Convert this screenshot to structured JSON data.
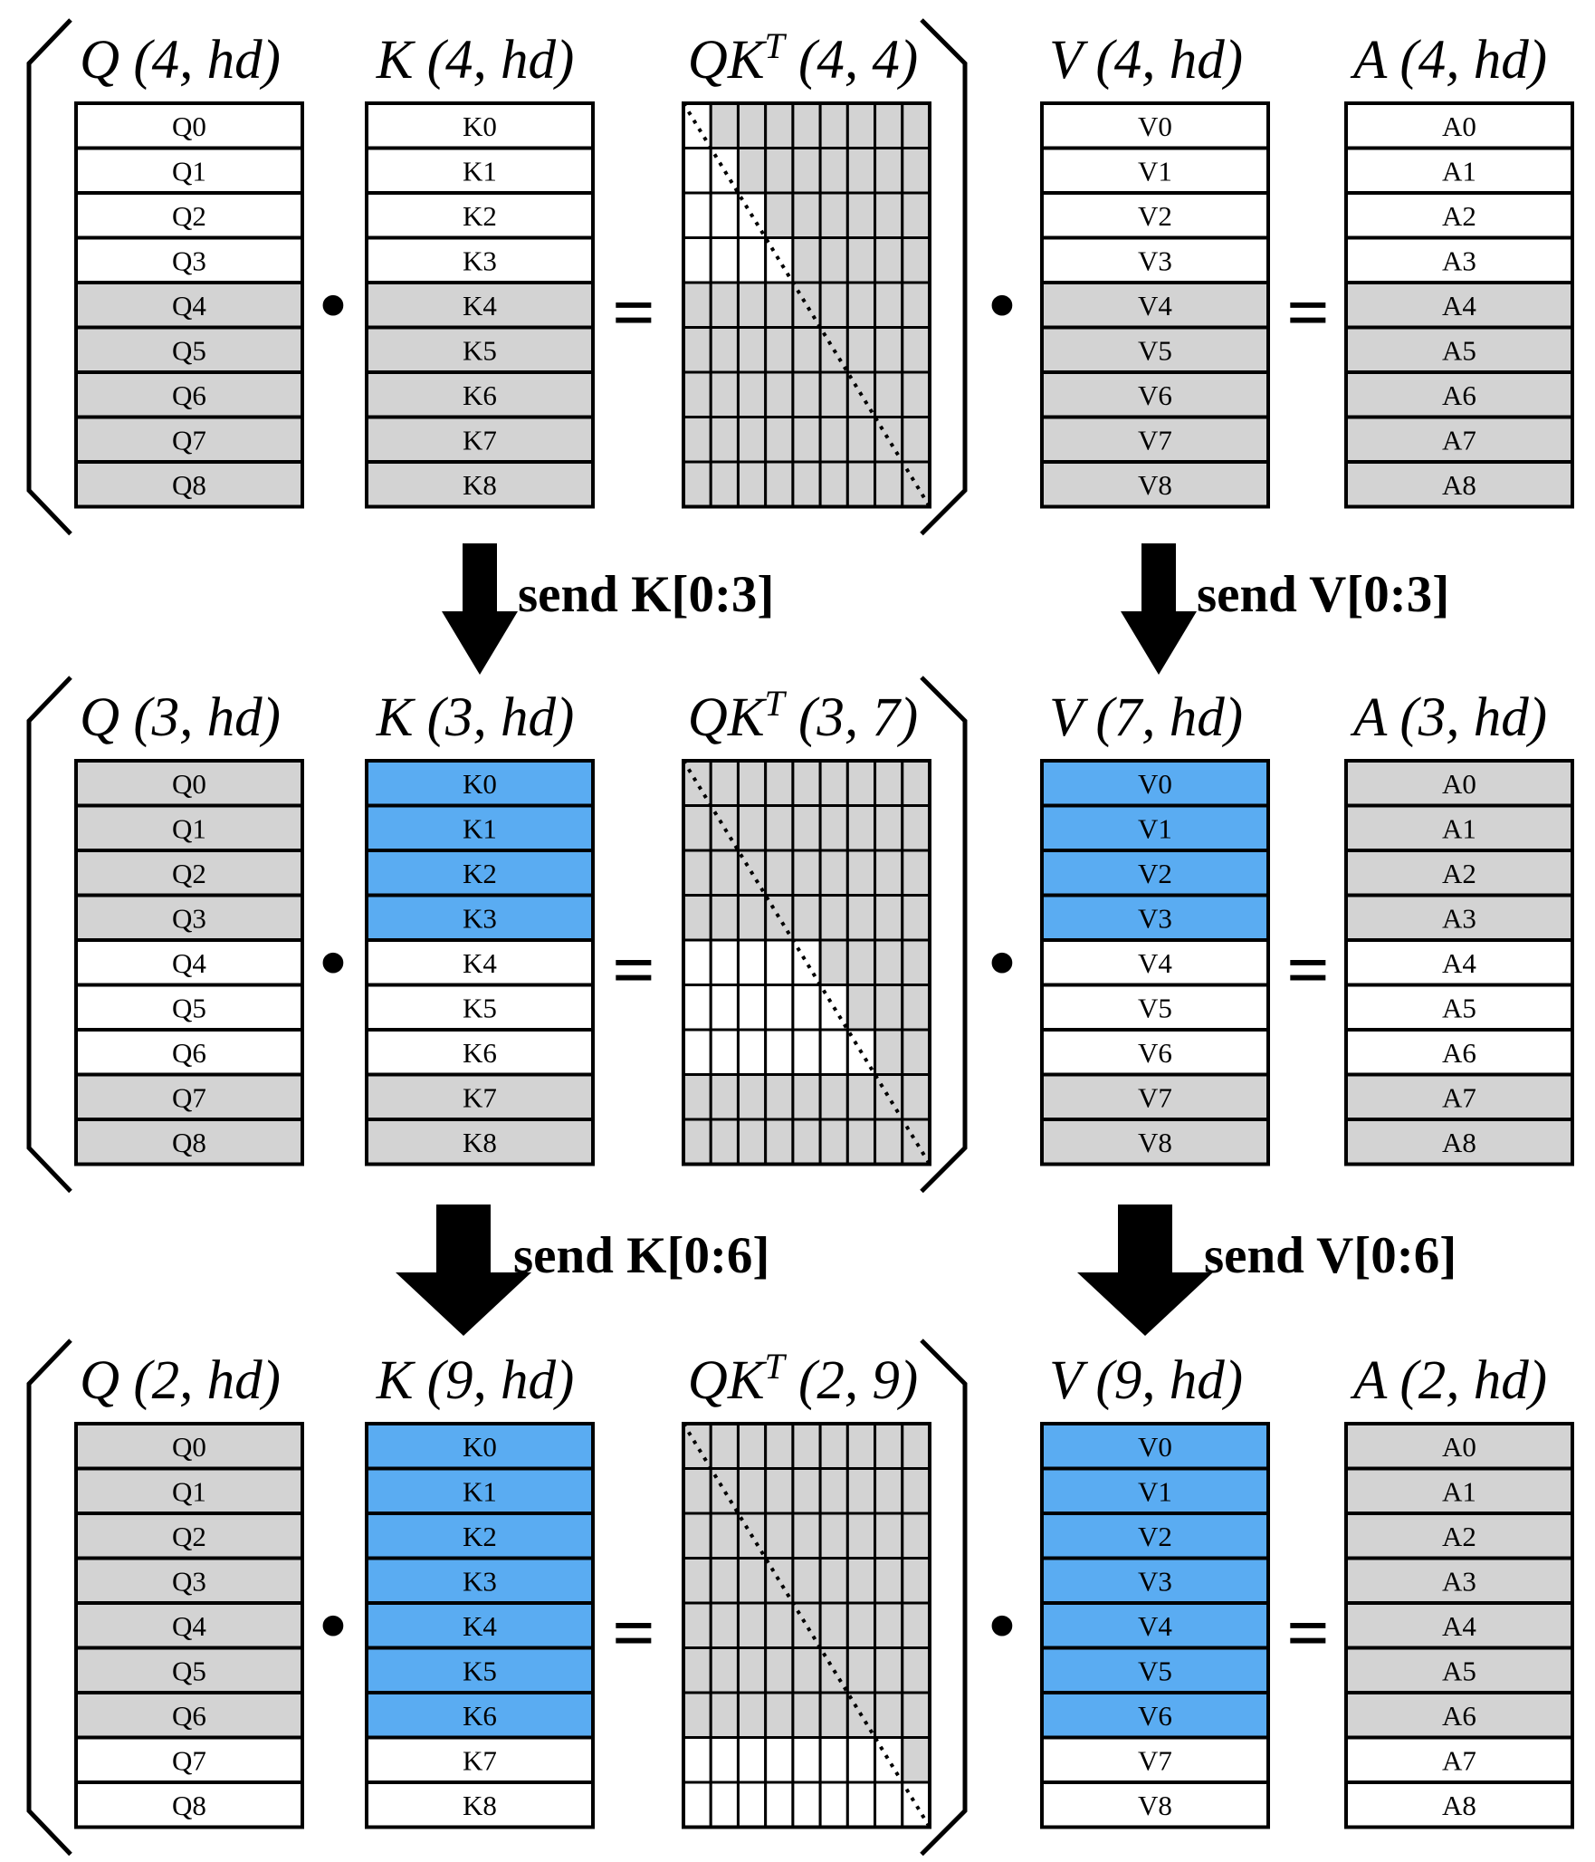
{
  "colors": {
    "white": "#ffffff",
    "gray": "#d3d3d3",
    "blue": "#5aacf2",
    "line": "#000000"
  },
  "stages": [
    {
      "q": {
        "name": "Q",
        "dims": " (4, hd)",
        "rows": [
          "Q0",
          "Q1",
          "Q2",
          "Q3",
          "Q4",
          "Q5",
          "Q6",
          "Q7",
          "Q8"
        ],
        "fill": [
          "white",
          "white",
          "white",
          "white",
          "gray",
          "gray",
          "gray",
          "gray",
          "gray"
        ]
      },
      "k": {
        "name": "K",
        "dims": " (4, hd)",
        "rows": [
          "K0",
          "K1",
          "K2",
          "K3",
          "K4",
          "K5",
          "K6",
          "K7",
          "K8"
        ],
        "fill": [
          "white",
          "white",
          "white",
          "white",
          "gray",
          "gray",
          "gray",
          "gray",
          "gray"
        ]
      },
      "qkt": {
        "name": "QK",
        "sup": "T",
        "dims": " (4, 4)",
        "active_rows": [
          0,
          3
        ],
        "active_cols": [
          0,
          3
        ]
      },
      "v": {
        "name": "V",
        "dims": " (4, hd)",
        "rows": [
          "V0",
          "V1",
          "V2",
          "V3",
          "V4",
          "V5",
          "V6",
          "V7",
          "V8"
        ],
        "fill": [
          "white",
          "white",
          "white",
          "white",
          "gray",
          "gray",
          "gray",
          "gray",
          "gray"
        ]
      },
      "a": {
        "name": "A",
        "dims": " (4, hd)",
        "rows": [
          "A0",
          "A1",
          "A2",
          "A3",
          "A4",
          "A5",
          "A6",
          "A7",
          "A8"
        ],
        "fill": [
          "white",
          "white",
          "white",
          "white",
          "gray",
          "gray",
          "gray",
          "gray",
          "gray"
        ]
      },
      "dot_op": "•",
      "eq_op": "="
    },
    {
      "q": {
        "name": "Q",
        "dims": " (3, hd)",
        "rows": [
          "Q0",
          "Q1",
          "Q2",
          "Q3",
          "Q4",
          "Q5",
          "Q6",
          "Q7",
          "Q8"
        ],
        "fill": [
          "gray",
          "gray",
          "gray",
          "gray",
          "white",
          "white",
          "white",
          "gray",
          "gray"
        ]
      },
      "k": {
        "name": "K",
        "dims": " (3, hd)",
        "rows": [
          "K0",
          "K1",
          "K2",
          "K3",
          "K4",
          "K5",
          "K6",
          "K7",
          "K8"
        ],
        "fill": [
          "blue",
          "blue",
          "blue",
          "blue",
          "white",
          "white",
          "white",
          "gray",
          "gray"
        ]
      },
      "qkt": {
        "name": "QK",
        "sup": "T",
        "dims": " (3, 7)",
        "active_rows": [
          4,
          6
        ],
        "active_cols": [
          0,
          6
        ]
      },
      "v": {
        "name": "V",
        "dims": " (7, hd)",
        "rows": [
          "V0",
          "V1",
          "V2",
          "V3",
          "V4",
          "V5",
          "V6",
          "V7",
          "V8"
        ],
        "fill": [
          "blue",
          "blue",
          "blue",
          "blue",
          "white",
          "white",
          "white",
          "gray",
          "gray"
        ]
      },
      "a": {
        "name": "A",
        "dims": " (3, hd)",
        "rows": [
          "A0",
          "A1",
          "A2",
          "A3",
          "A4",
          "A5",
          "A6",
          "A7",
          "A8"
        ],
        "fill": [
          "gray",
          "gray",
          "gray",
          "gray",
          "white",
          "white",
          "white",
          "gray",
          "gray"
        ]
      },
      "dot_op": "•",
      "eq_op": "="
    },
    {
      "q": {
        "name": "Q",
        "dims": " (2, hd)",
        "rows": [
          "Q0",
          "Q1",
          "Q2",
          "Q3",
          "Q4",
          "Q5",
          "Q6",
          "Q7",
          "Q8"
        ],
        "fill": [
          "gray",
          "gray",
          "gray",
          "gray",
          "gray",
          "gray",
          "gray",
          "white",
          "white"
        ]
      },
      "k": {
        "name": "K",
        "dims": " (9, hd)",
        "rows": [
          "K0",
          "K1",
          "K2",
          "K3",
          "K4",
          "K5",
          "K6",
          "K7",
          "K8"
        ],
        "fill": [
          "blue",
          "blue",
          "blue",
          "blue",
          "blue",
          "blue",
          "blue",
          "white",
          "white"
        ]
      },
      "qkt": {
        "name": "QK",
        "sup": "T",
        "dims": " (2, 9)",
        "active_rows": [
          7,
          8
        ],
        "active_cols": [
          0,
          8
        ]
      },
      "v": {
        "name": "V",
        "dims": " (9, hd)",
        "rows": [
          "V0",
          "V1",
          "V2",
          "V3",
          "V4",
          "V5",
          "V6",
          "V7",
          "V8"
        ],
        "fill": [
          "blue",
          "blue",
          "blue",
          "blue",
          "blue",
          "blue",
          "blue",
          "white",
          "white"
        ]
      },
      "a": {
        "name": "A",
        "dims": " (2, hd)",
        "rows": [
          "A0",
          "A1",
          "A2",
          "A3",
          "A4",
          "A5",
          "A6",
          "A7",
          "A8"
        ],
        "fill": [
          "gray",
          "gray",
          "gray",
          "gray",
          "gray",
          "gray",
          "gray",
          "white",
          "white"
        ]
      },
      "dot_op": "•",
      "eq_op": "="
    }
  ],
  "transfers": [
    {
      "k_label": "send K[0:3]",
      "v_label": "send V[0:3]"
    },
    {
      "k_label": "send K[0:6]",
      "v_label": "send V[0:6]"
    }
  ]
}
